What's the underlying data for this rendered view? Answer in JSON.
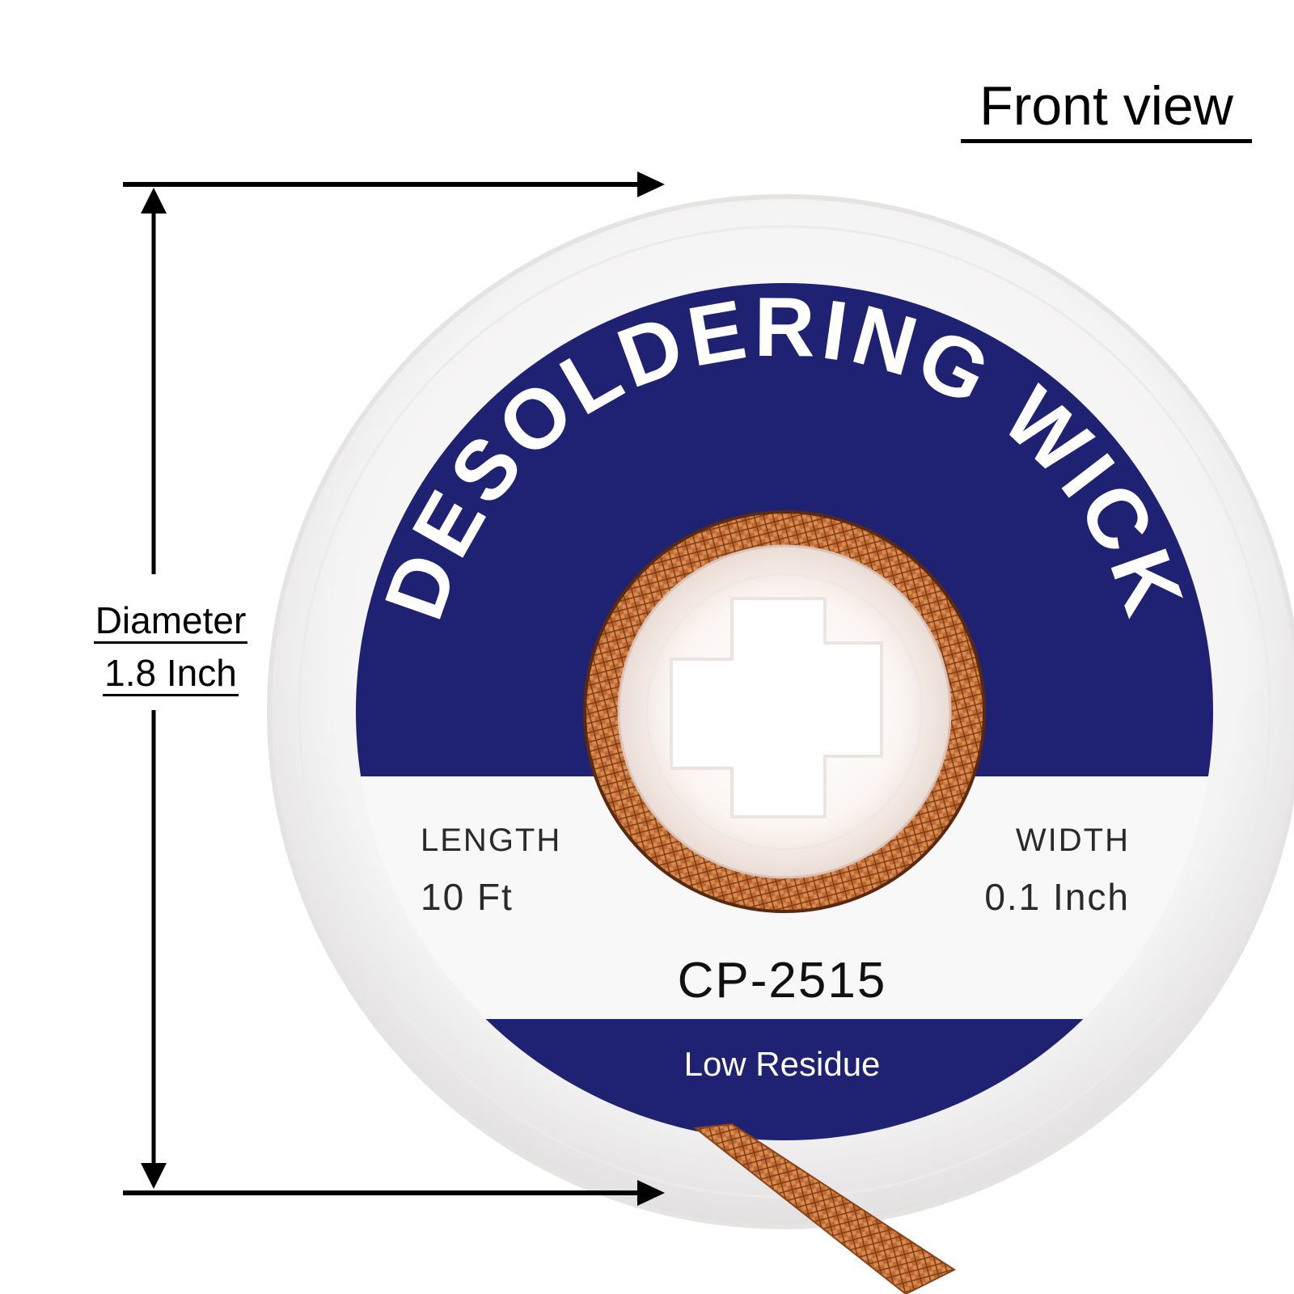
{
  "heading": "Front view",
  "dimension": {
    "label": "Diameter",
    "value": "1.8 Inch"
  },
  "label": {
    "title_arc": "DESOLDERING WICK",
    "length_label": "LENGTH",
    "length_value": "10 Ft",
    "width_label": "WIDTH",
    "width_value": "0.1 Inch",
    "model": "CP-2515",
    "footer": "Low Residue"
  },
  "colors": {
    "label_blue": "#1f2273",
    "copper": "#b8602e",
    "spool_white": "#f4f3f3",
    "arrow": "#000000"
  }
}
